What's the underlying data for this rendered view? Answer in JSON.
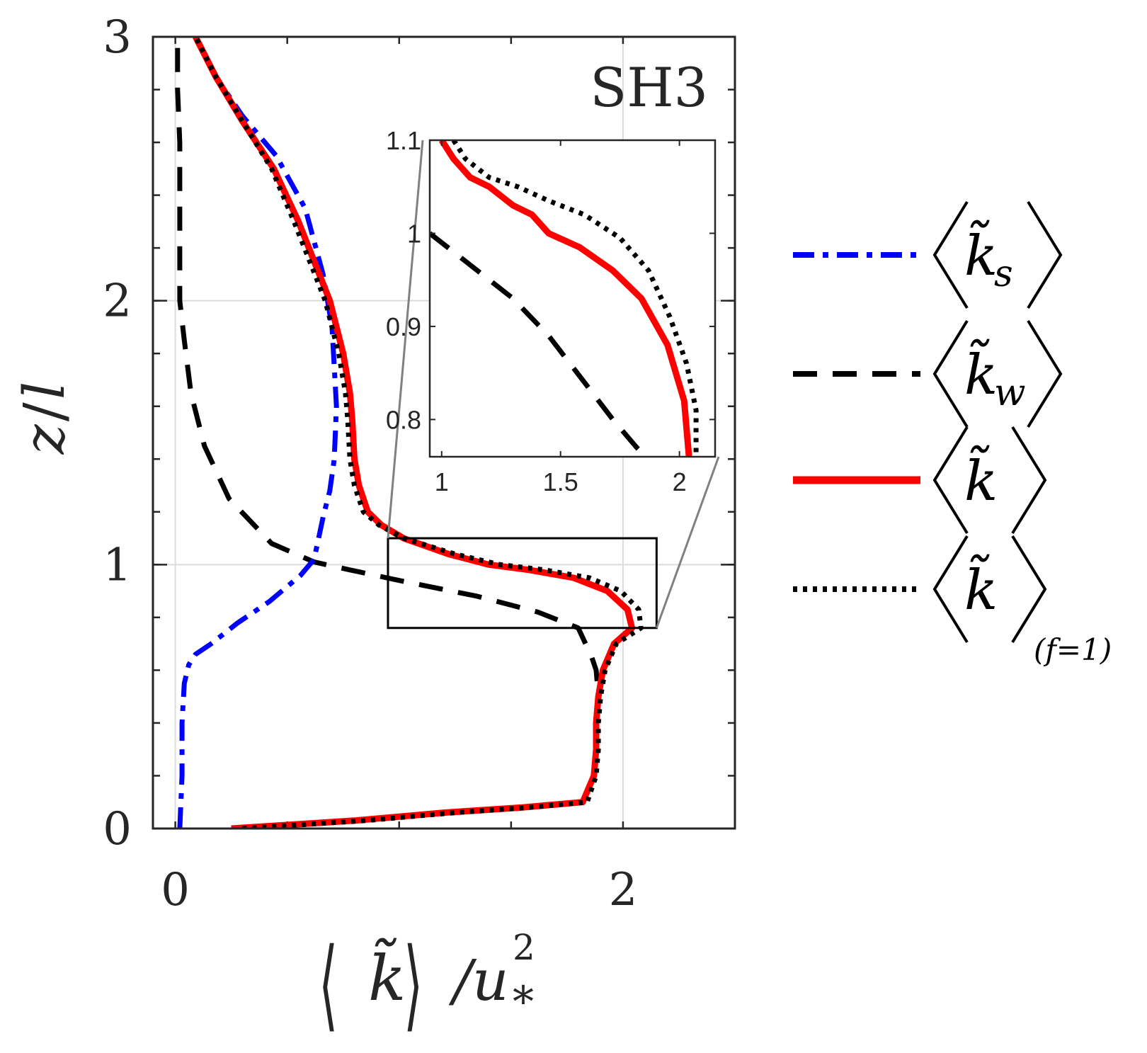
{
  "chart_data": [
    {
      "type": "line",
      "panel_label": "SH3",
      "xlabel_parts": {
        "bracket_left": "⟨",
        "symbol": "k̃",
        "bracket_right": "⟩",
        "slash": "/u",
        "superscript": "2",
        "subscript": "*"
      },
      "ylabel_parts": {
        "z": "z",
        "slash": "/",
        "l": "l"
      },
      "xlim": [
        -0.1,
        2.5
      ],
      "ylim": [
        0,
        3
      ],
      "xticks": [
        0,
        2
      ],
      "xtick_labels": [
        "0",
        "2"
      ],
      "yticks": [
        0,
        1,
        2,
        3
      ],
      "ytick_labels": [
        "0",
        "1",
        "2",
        "3"
      ],
      "grid": true,
      "legend": {
        "placement": "outside-right"
      },
      "series": [
        {
          "key": "ks",
          "color": "#0000ff",
          "dash": "dash-dot",
          "legend_symbol": "k̃",
          "legend_subscript": "s",
          "x": [
            0.02,
            0.03,
            0.03,
            0.04,
            0.06,
            0.09,
            0.16,
            0.28,
            0.42,
            0.56,
            0.62,
            0.64,
            0.66,
            0.69,
            0.71,
            0.72,
            0.71,
            0.7,
            0.66,
            0.58,
            0.45,
            0.3,
            0.18,
            0.09
          ],
          "y": [
            0.0,
            0.2,
            0.4,
            0.55,
            0.62,
            0.66,
            0.7,
            0.78,
            0.86,
            0.96,
            1.02,
            1.1,
            1.18,
            1.28,
            1.4,
            1.6,
            1.75,
            1.9,
            2.1,
            2.35,
            2.55,
            2.7,
            2.85,
            3.0
          ]
        },
        {
          "key": "kw",
          "color": "#000000",
          "dash": "dashed",
          "legend_symbol": "k̃",
          "legend_subscript": "w",
          "x": [
            0.25,
            0.8,
            1.2,
            1.55,
            1.82,
            1.87,
            1.88,
            1.88,
            1.89,
            1.88,
            1.86,
            1.8,
            1.62,
            1.35,
            1.0,
            0.78,
            0.62,
            0.43,
            0.24,
            0.13,
            0.07,
            0.04,
            0.02,
            0.02,
            0.02,
            0.01,
            0.01
          ],
          "y": [
            0.0,
            0.03,
            0.06,
            0.08,
            0.1,
            0.2,
            0.3,
            0.4,
            0.5,
            0.6,
            0.65,
            0.76,
            0.82,
            0.88,
            0.94,
            0.98,
            1.01,
            1.08,
            1.25,
            1.45,
            1.65,
            1.85,
            2.0,
            2.3,
            2.6,
            2.8,
            3.0
          ]
        },
        {
          "key": "k",
          "color": "#ff0000",
          "dash": "solid",
          "legend_symbol": "k̃",
          "legend_subscript": "",
          "x": [
            0.25,
            0.8,
            1.2,
            1.55,
            1.82,
            1.87,
            1.88,
            1.88,
            1.89,
            1.91,
            1.96,
            2.04,
            2.02,
            1.93,
            1.78,
            1.58,
            1.4,
            1.22,
            1.02,
            0.92,
            0.86,
            0.82,
            0.8,
            0.79,
            0.78,
            0.75,
            0.69,
            0.62,
            0.55,
            0.44,
            0.3,
            0.18,
            0.09
          ],
          "y": [
            0.0,
            0.03,
            0.06,
            0.08,
            0.1,
            0.2,
            0.3,
            0.4,
            0.5,
            0.6,
            0.7,
            0.76,
            0.83,
            0.9,
            0.95,
            0.98,
            1.0,
            1.04,
            1.1,
            1.15,
            1.2,
            1.3,
            1.4,
            1.55,
            1.65,
            1.8,
            2.0,
            2.15,
            2.3,
            2.5,
            2.68,
            2.85,
            3.0
          ]
        },
        {
          "key": "kf1",
          "color": "#000000",
          "dash": "dotted",
          "legend_symbol": "k̃",
          "legend_subscript": "(f=1)",
          "x": [
            0.3,
            0.85,
            1.25,
            1.58,
            1.84,
            1.88,
            1.89,
            1.89,
            1.9,
            1.92,
            1.97,
            2.08,
            2.07,
            1.99,
            1.85,
            1.65,
            1.45,
            1.25,
            1.02,
            0.91,
            0.84,
            0.8,
            0.78,
            0.77,
            0.76,
            0.73,
            0.67,
            0.6,
            0.53,
            0.43,
            0.3,
            0.18,
            0.09
          ],
          "y": [
            0.0,
            0.03,
            0.06,
            0.08,
            0.1,
            0.2,
            0.3,
            0.4,
            0.5,
            0.6,
            0.7,
            0.76,
            0.83,
            0.9,
            0.95,
            0.98,
            1.0,
            1.04,
            1.1,
            1.15,
            1.2,
            1.3,
            1.4,
            1.55,
            1.65,
            1.8,
            2.0,
            2.15,
            2.3,
            2.5,
            2.68,
            2.85,
            3.0
          ]
        }
      ]
    },
    {
      "type": "line",
      "role": "inset-zoom",
      "zoom_region": {
        "xlim": [
          0.95,
          2.15
        ],
        "ylim": [
          0.76,
          1.1
        ]
      },
      "xlim": [
        0.95,
        2.15
      ],
      "ylim": [
        0.76,
        1.1
      ],
      "xticks": [
        1,
        1.5,
        2
      ],
      "xtick_labels": [
        "1",
        "1.5",
        "2"
      ],
      "yticks": [
        0.8,
        0.9,
        1,
        1.1
      ],
      "ytick_labels": [
        "0.8",
        "0.9",
        "1",
        "1.1"
      ],
      "series": [
        {
          "key": "kw",
          "x": [
            0.95,
            1.1,
            1.3,
            1.45,
            1.6,
            1.72,
            1.82,
            1.86
          ],
          "y": [
            1.0,
            0.97,
            0.93,
            0.89,
            0.84,
            0.8,
            0.77,
            0.76
          ]
        },
        {
          "key": "k",
          "x": [
            1.0,
            1.05,
            1.12,
            1.2,
            1.3,
            1.38,
            1.45,
            1.58,
            1.72,
            1.84,
            1.95,
            2.02,
            2.04
          ],
          "y": [
            1.1,
            1.08,
            1.06,
            1.05,
            1.03,
            1.02,
            1.0,
            0.985,
            0.96,
            0.93,
            0.88,
            0.82,
            0.76
          ]
        },
        {
          "key": "kf1",
          "x": [
            1.05,
            1.1,
            1.2,
            1.32,
            1.45,
            1.6,
            1.75,
            1.87,
            1.96,
            2.03,
            2.07,
            2.07
          ],
          "y": [
            1.1,
            1.08,
            1.06,
            1.05,
            1.035,
            1.02,
            0.995,
            0.96,
            0.91,
            0.86,
            0.81,
            0.76
          ]
        }
      ]
    }
  ]
}
